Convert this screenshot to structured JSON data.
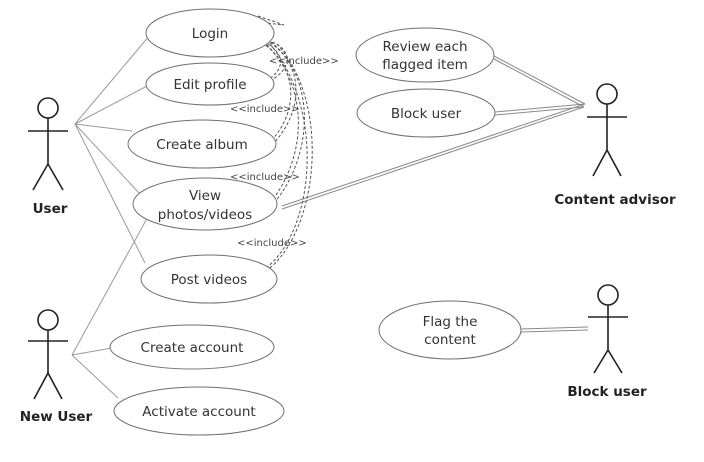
{
  "actors": {
    "user": "User",
    "new_user": "New User",
    "content_advisor": "Content advisor",
    "block_user": "Block user"
  },
  "use_cases": {
    "login": "Login",
    "edit_profile": "Edit profile",
    "create_album": "Create album",
    "view_line1": "View",
    "view_line2": "photos/videos",
    "post_videos": "Post videos",
    "create_account": "Create account",
    "activate_account": "Activate account",
    "review_line1": "Review each",
    "review_line2": "flagged item",
    "block_user_uc": "Block user",
    "flag_line1": "Flag the",
    "flag_line2": "content"
  },
  "include_label": "<<include>>"
}
